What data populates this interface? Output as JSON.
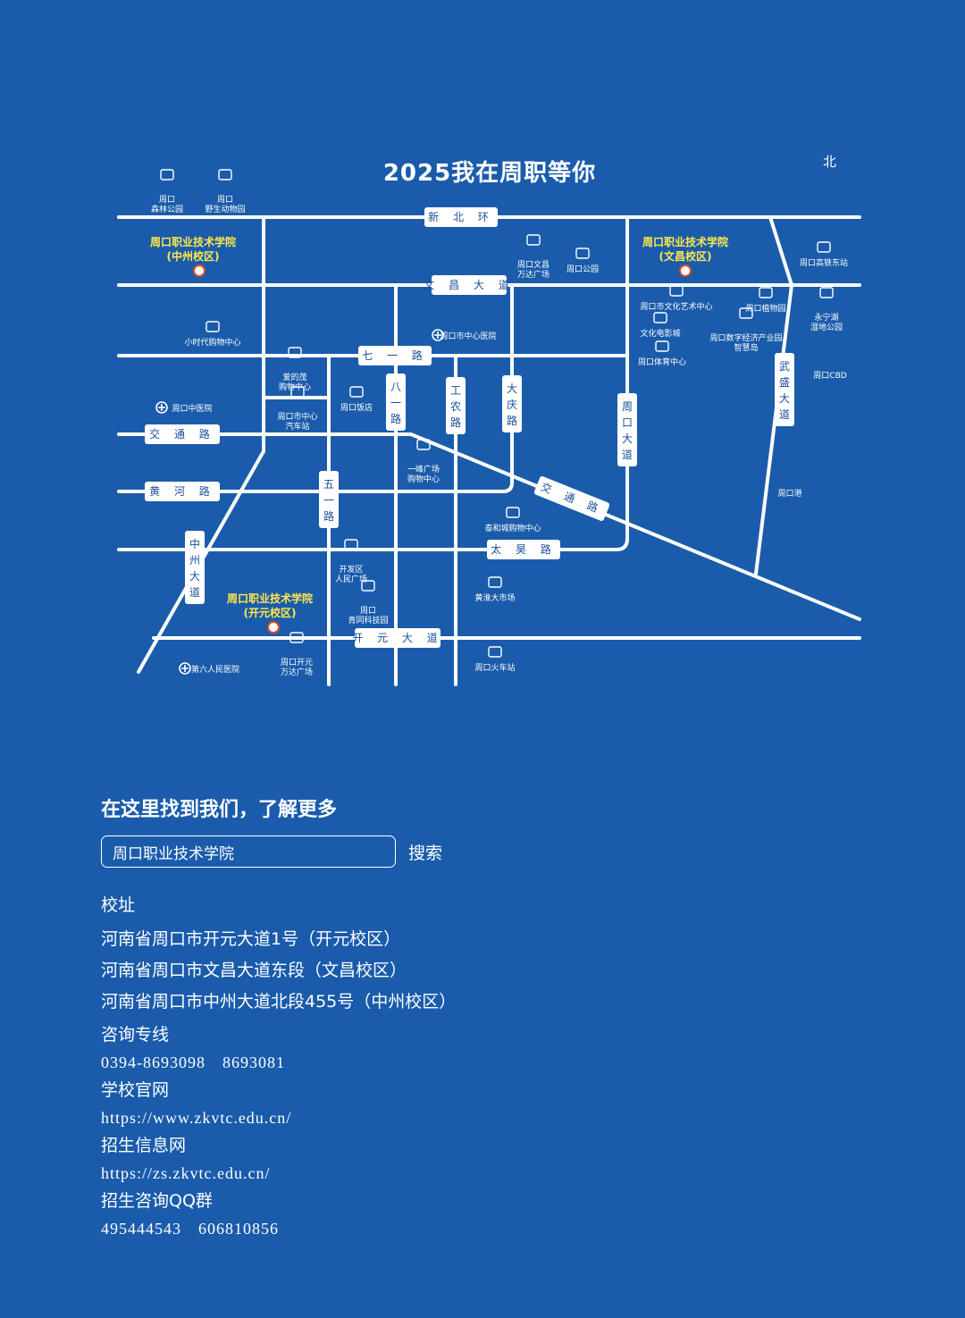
{
  "map": {
    "title": "2025我在周职等你",
    "north": "北",
    "roads": {
      "xinbeihuan": "新 北 环",
      "wenchang": "文 昌 大 道",
      "qiyi": "七 一 路",
      "jiaotong_w": "交 通 路",
      "huanghe": "黄 河 路",
      "taihao": "太 昊 路",
      "kaiyuan": "开 元 大 道",
      "jiaotong_diag": "交 通 路",
      "bayi": [
        "八",
        "一",
        "路"
      ],
      "gongnong": [
        "工",
        "农",
        "路"
      ],
      "daqing": [
        "大",
        "庆",
        "路"
      ],
      "zhoukou_dadao": [
        "周",
        "口",
        "大",
        "道"
      ],
      "wusheng": [
        "武",
        "盛",
        "大",
        "道"
      ],
      "wuyi": [
        "五",
        "一",
        "路"
      ],
      "zhongzhou": [
        "中",
        "州",
        "大",
        "道"
      ]
    },
    "campuses": {
      "zhongzhou": [
        "周口职业技术学院",
        "(中州校区)"
      ],
      "wenchang": [
        "周口职业技术学院",
        "(文昌校区)"
      ],
      "kaiyuan": [
        "周口职业技术学院",
        "(开元校区)"
      ]
    },
    "pois": {
      "forest_park": [
        "周口",
        "森林公园"
      ],
      "zoo": [
        "周口",
        "野生动物园"
      ],
      "wanda_wenchang": [
        "周口文昌",
        "万达广场"
      ],
      "zhoukou_park": [
        "周口公园"
      ],
      "hsr_east": [
        "周口高铁东站"
      ],
      "culture_center": [
        "周口市文化艺术中心"
      ],
      "botanical": [
        "周口植物园"
      ],
      "yongning_lake": [
        "永宁湖",
        "湿地公园"
      ],
      "cinema": [
        "文化电影城"
      ],
      "digital_park": [
        "周口数字经济产业园",
        "智慧岛"
      ],
      "sports_center": [
        "周口体育中心"
      ],
      "cbd": [
        "周口CBD"
      ],
      "small_era_mall": [
        "小时代购物中心"
      ],
      "central_hospital": [
        "周口市中心医院"
      ],
      "aidemao_mall": [
        "爱的茂",
        "购物中心"
      ],
      "zhoukou_hotel": [
        "周口饭店"
      ],
      "tcm_hospital": [
        "周口中医院"
      ],
      "bus_station": [
        "周口市中心",
        "汽车站"
      ],
      "yifeng_mall": [
        "一峰广场",
        "购物中心"
      ],
      "taihecheng_mall": [
        "泰和城购物中心"
      ],
      "port": [
        "周口港"
      ],
      "kaifa_square": [
        "开发区",
        "人民广场"
      ],
      "qingtong_tech": [
        "周口",
        "青同科技园"
      ],
      "huanghuai_market": [
        "黄淮大市场"
      ],
      "sixth_hospital": [
        "第六人民医院"
      ],
      "wanda_kaiyuan": [
        "周口开元",
        "万达广场"
      ],
      "train_station": [
        "周口火车站"
      ]
    }
  },
  "contact": {
    "heading": "在这里找到我们，了解更多",
    "search_value": "周口职业技术学院",
    "search_button": "搜索",
    "address_label": "校址",
    "addresses": [
      "河南省周口市开元大道1号（开元校区）",
      "河南省周口市文昌大道东段（文昌校区）",
      "河南省周口市中州大道北段455号（中州校区）"
    ],
    "hotline_label": "咨询专线",
    "hotline": "0394-8693098　8693081",
    "website_label": "学校官网",
    "website": "https://www.zkvtc.edu.cn/",
    "admission_label": "招生信息网",
    "admission_site": "https://zs.zkvtc.edu.cn/",
    "qq_label": "招生咨询QQ群",
    "qq_groups": "495444543　606810856"
  }
}
